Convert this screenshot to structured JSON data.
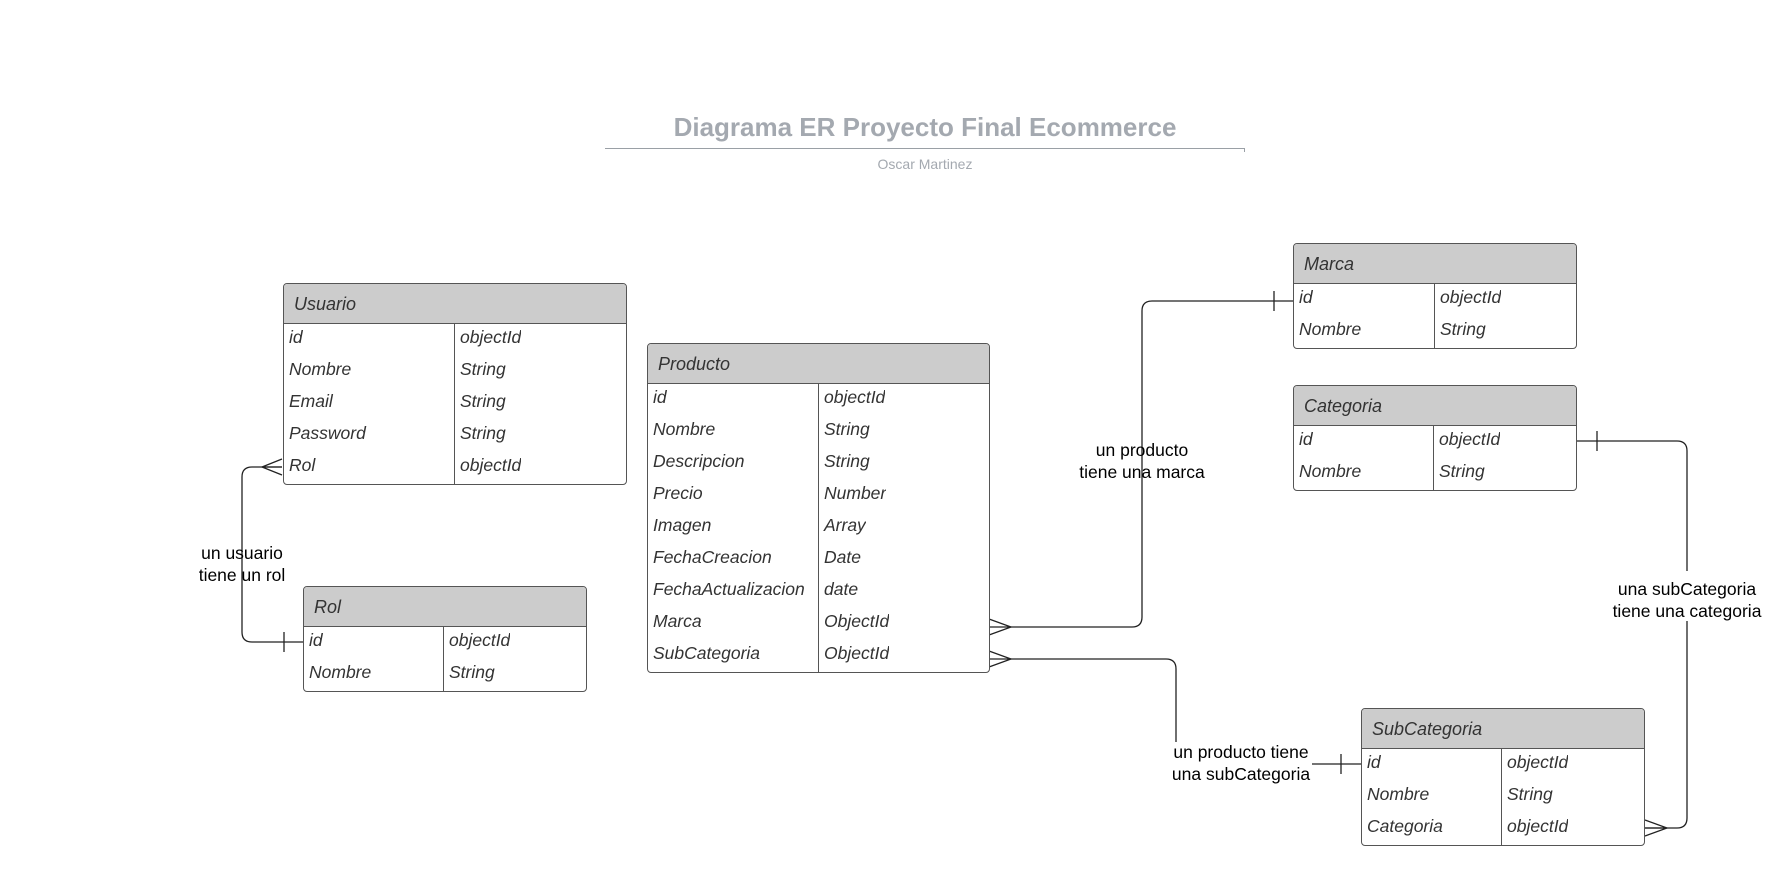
{
  "title": "Diagrama ER Proyecto Final Ecommerce",
  "subtitle": "Oscar Martinez",
  "entities": {
    "usuario": {
      "name": "Usuario",
      "fields": [
        {
          "name": "id",
          "type": "objectId"
        },
        {
          "name": "Nombre",
          "type": "String"
        },
        {
          "name": "Email",
          "type": "String"
        },
        {
          "name": "Password",
          "type": "String"
        },
        {
          "name": "Rol",
          "type": "objectId"
        }
      ]
    },
    "rol": {
      "name": "Rol",
      "fields": [
        {
          "name": "id",
          "type": "objectId"
        },
        {
          "name": "Nombre",
          "type": "String"
        }
      ]
    },
    "producto": {
      "name": "Producto",
      "fields": [
        {
          "name": "id",
          "type": "objectId"
        },
        {
          "name": "Nombre",
          "type": "String"
        },
        {
          "name": "Descripcion",
          "type": "String"
        },
        {
          "name": "Precio",
          "type": "Number"
        },
        {
          "name": "Imagen",
          "type": "Array"
        },
        {
          "name": "FechaCreacion",
          "type": "Date"
        },
        {
          "name": "FechaActualizacion",
          "type": "date"
        },
        {
          "name": "Marca",
          "type": "ObjectId"
        },
        {
          "name": "SubCategoria",
          "type": "ObjectId"
        }
      ]
    },
    "marca": {
      "name": "Marca",
      "fields": [
        {
          "name": "id",
          "type": "objectId"
        },
        {
          "name": "Nombre",
          "type": "String"
        }
      ]
    },
    "categoria": {
      "name": "Categoria",
      "fields": [
        {
          "name": "id",
          "type": "objectId"
        },
        {
          "name": "Nombre",
          "type": "String"
        }
      ]
    },
    "subcategoria": {
      "name": "SubCategoria",
      "fields": [
        {
          "name": "id",
          "type": "objectId"
        },
        {
          "name": "Nombre",
          "type": "String"
        },
        {
          "name": "Categoria",
          "type": "objectId"
        }
      ]
    }
  },
  "relationships": {
    "usuario_rol": {
      "label_line1": "un usuario",
      "label_line2": "tiene un rol"
    },
    "producto_marca": {
      "label_line1": "un producto",
      "label_line2": "tiene una marca"
    },
    "producto_subcategoria": {
      "label_line1": "un producto tiene",
      "label_line2": "una subCategoria"
    },
    "subcategoria_categoria": {
      "label_line1": "una subCategoria",
      "label_line2": "tiene una categoria"
    }
  }
}
